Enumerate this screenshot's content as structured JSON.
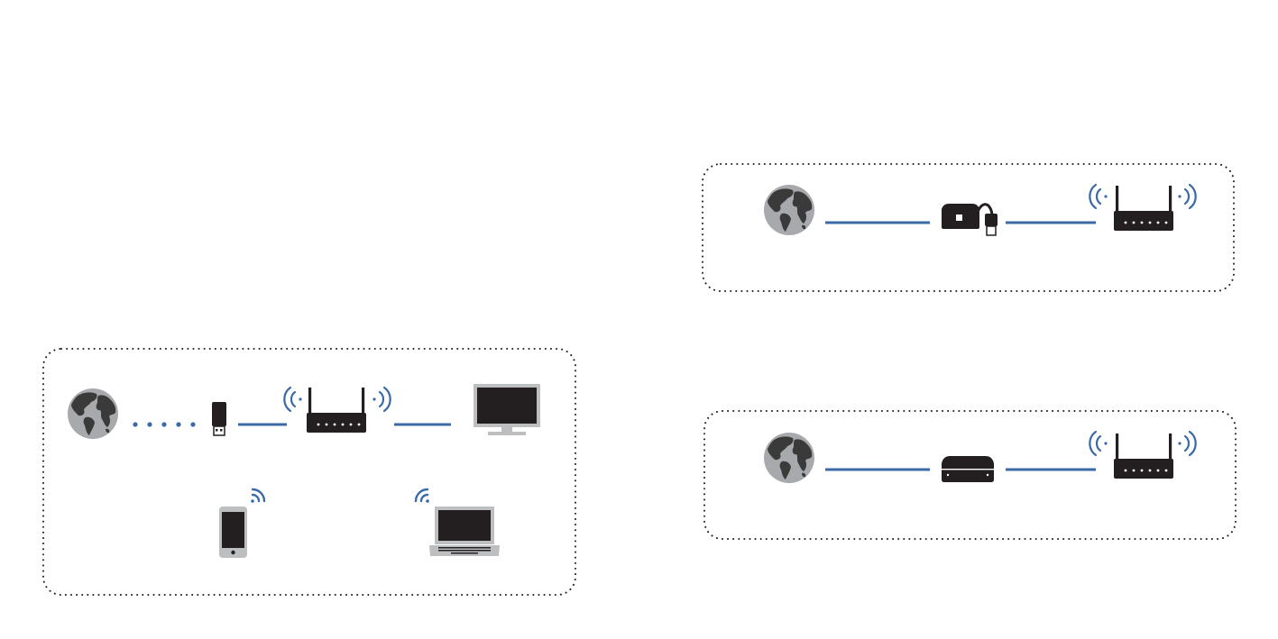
{
  "colors": {
    "background": "#ffffff",
    "device": "#231f20",
    "link": "#3b6aa8",
    "wifi": "#3b6aa8",
    "globe_ocean": "#a7a9ac",
    "globe_land": "#3a3a3a",
    "phone_body": "#bcbec0",
    "laptop_body": "#bcbec0",
    "monitor_stand": "#bcbec0",
    "dotted_border": "#231f20"
  },
  "panels": [
    {
      "id": "usb-modem-network",
      "nodes": [
        "globe-icon",
        "usb-modem-icon",
        "router-icon",
        "desktop-monitor-icon",
        "smartphone-icon",
        "laptop-icon"
      ],
      "links": [
        {
          "from": "globe-icon",
          "to": "usb-modem-icon",
          "style": "dotted"
        },
        {
          "from": "usb-modem-icon",
          "to": "router-icon",
          "style": "solid"
        },
        {
          "from": "router-icon",
          "to": "desktop-monitor-icon",
          "style": "solid"
        },
        {
          "from": "router-icon",
          "to": "smartphone-icon",
          "style": "wireless"
        },
        {
          "from": "router-icon",
          "to": "laptop-icon",
          "style": "wireless"
        }
      ]
    },
    {
      "id": "usb-adapter-network",
      "nodes": [
        "globe-icon",
        "usb-adapter-box-icon",
        "router-icon"
      ],
      "links": [
        {
          "from": "globe-icon",
          "to": "usb-adapter-box-icon",
          "style": "solid"
        },
        {
          "from": "usb-adapter-box-icon",
          "to": "router-icon",
          "style": "solid"
        }
      ]
    },
    {
      "id": "modem-network",
      "nodes": [
        "globe-icon",
        "modem-box-icon",
        "router-icon"
      ],
      "links": [
        {
          "from": "globe-icon",
          "to": "modem-box-icon",
          "style": "solid"
        },
        {
          "from": "modem-box-icon",
          "to": "router-icon",
          "style": "solid"
        }
      ]
    }
  ]
}
